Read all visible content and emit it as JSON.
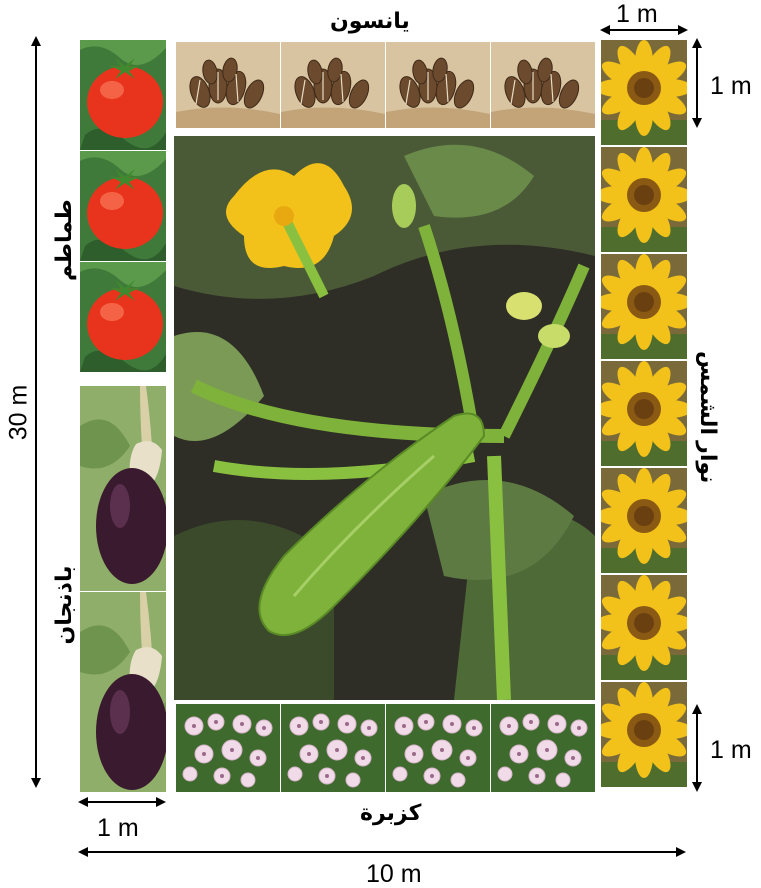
{
  "labels": {
    "anise": "يانسون",
    "tomato": "طماطم",
    "eggplant": "باذنجان",
    "sunflower": "نوار الشمس",
    "coriander": "كزبرة",
    "dim_1m": "1 m",
    "dim_30m": "30 m",
    "dim_10m": "10 m"
  },
  "plots": {
    "anise_tiles": 4,
    "tomato_tiles": 3,
    "eggplant_tiles": 2,
    "sunflower_tiles": 7,
    "coriander_tiles": 4
  },
  "colors": {
    "tomato": "#e8341c",
    "eggplant": "#3a1a2e",
    "sunflower": "#f2c21a",
    "coriander_flower": "#f1dbe8",
    "anise_seed": "#6b4a2e",
    "zucchini": "#7fb23a",
    "arrow": "#000000"
  },
  "icons": [
    "tomato-icon",
    "eggplant-icon",
    "sunflower-icon",
    "coriander-icon",
    "anise-icon",
    "zucchini-icon"
  ]
}
